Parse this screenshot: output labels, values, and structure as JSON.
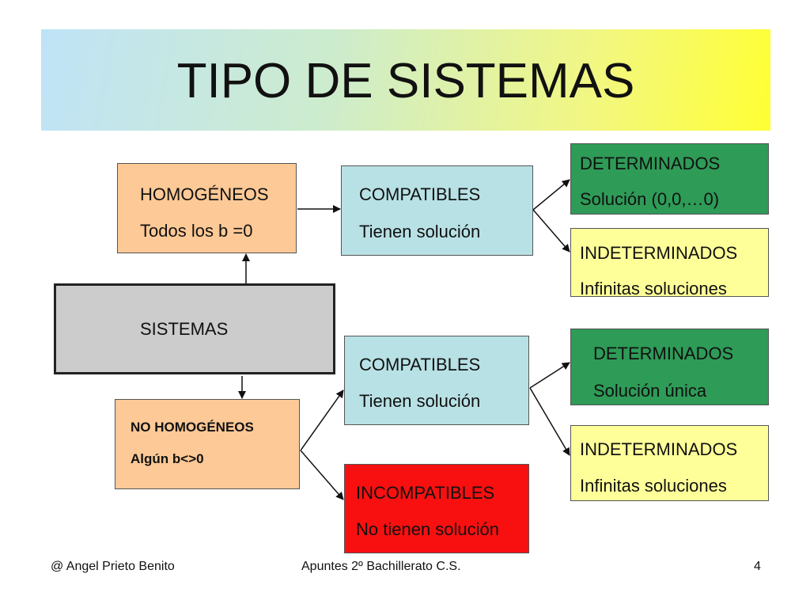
{
  "title": "TIPO DE SISTEMAS",
  "sistemas": {
    "label": "SISTEMAS"
  },
  "homogeneos": {
    "line1": "HOMOGÉNEOS",
    "line2": "Todos los b =0"
  },
  "no_homogeneos": {
    "line1": "NO HOMOGÉNEOS",
    "line2": "Algún b<>0"
  },
  "compatibles_top": {
    "line1": "COMPATIBLES",
    "line2": "Tienen solución"
  },
  "compatibles_bottom": {
    "line1": "COMPATIBLES",
    "line2": "Tienen solución"
  },
  "incompatibles": {
    "line1": "INCOMPATIBLES",
    "line2": "No tienen solución"
  },
  "determinados_top": {
    "line1": "DETERMINADOS",
    "line2": "Solución (0,0,…0)"
  },
  "indeterminados_top": {
    "line1": "INDETERMINADOS",
    "line2": "Infinitas soluciones"
  },
  "determinados_bottom": {
    "line1": "DETERMINADOS",
    "line2": "Solución única"
  },
  "indeterminados_bottom": {
    "line1": "INDETERMINADOS",
    "line2": "Infinitas soluciones"
  },
  "footer": {
    "left": "@  Angel Prieto Benito",
    "center": "Apuntes  2º  Bachillerato  C.S.",
    "page": "4"
  },
  "colors": {
    "peach": "#fdc996",
    "light_blue": "#b8e1e5",
    "green": "#2e9b57",
    "light_yellow": "#ffff99",
    "red": "#f81010",
    "grey": "#cccccc"
  }
}
